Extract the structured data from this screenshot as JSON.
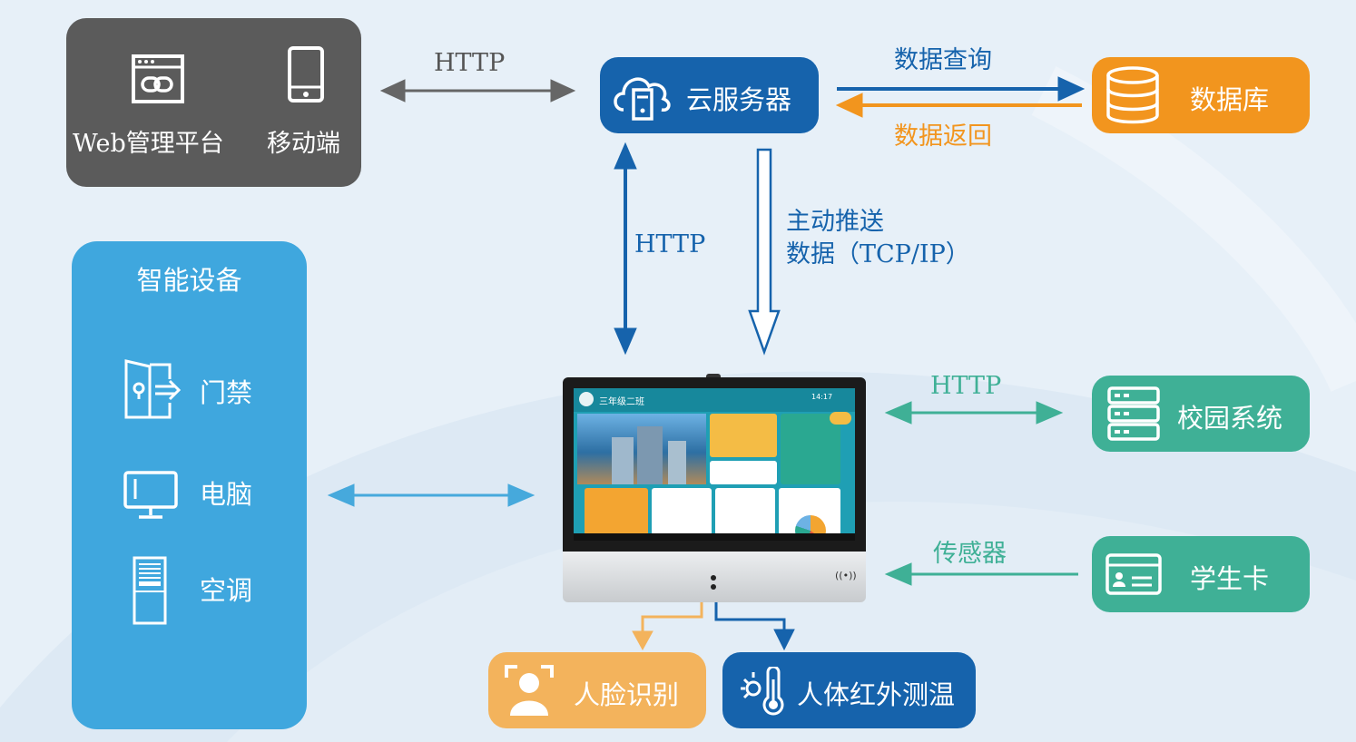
{
  "colors": {
    "background": "#e7f0f8",
    "client_box": "#5b5b5b",
    "cloud_blue": "#1663ac",
    "database_orange": "#f2951e",
    "devices_blue": "#3fa7de",
    "teal": "#3fb096",
    "face_orange": "#f3b35c",
    "gray_arrow": "#666666",
    "light_blue_arrow": "#46a9dc"
  },
  "client": {
    "web_label": "Web管理平台",
    "mobile_label": "移动端",
    "web_icon": "browser-link-icon",
    "mobile_icon": "mobile-phone-icon"
  },
  "cloud": {
    "label": "云服务器",
    "icon": "cloud-server-icon"
  },
  "database": {
    "label": "数据库",
    "icon": "database-icon"
  },
  "devices": {
    "title": "智能设备",
    "items": [
      {
        "label": "门禁",
        "icon": "door-access-icon"
      },
      {
        "label": "电脑",
        "icon": "computer-icon"
      },
      {
        "label": "空调",
        "icon": "air-conditioner-icon"
      }
    ]
  },
  "campus": {
    "label": "校园系统",
    "icon": "server-rack-icon"
  },
  "card": {
    "label": "学生卡",
    "icon": "id-card-icon"
  },
  "face": {
    "label": "人脸识别",
    "icon": "face-scan-icon"
  },
  "temp": {
    "label": "人体红外测温",
    "icon": "thermometer-icon"
  },
  "arrows": {
    "client_cloud": "HTTP",
    "cloud_terminal": "HTTP",
    "push_line1": "主动推送",
    "push_line2": "数据（TCP/IP）",
    "query": "数据查询",
    "return": "数据返回",
    "campus": "HTTP",
    "sensor": "传感器"
  },
  "terminal": {
    "class_name": "三年级二班",
    "time": "14:17"
  }
}
